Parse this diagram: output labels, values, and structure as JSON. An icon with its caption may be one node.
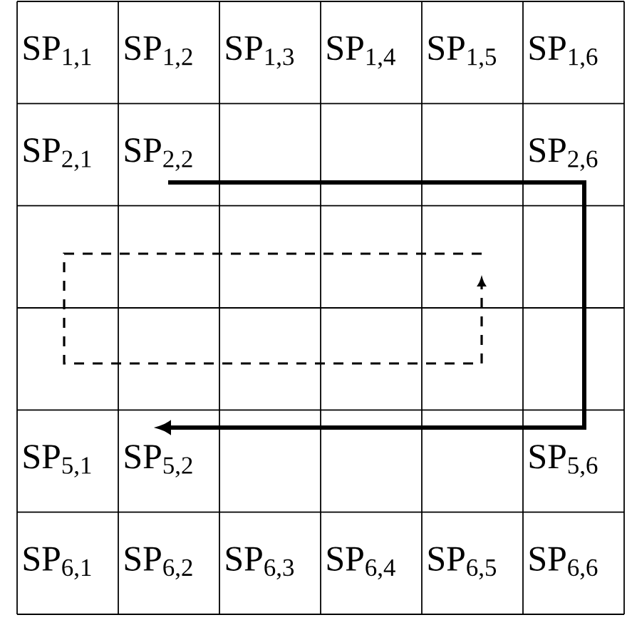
{
  "diagram": {
    "labels": [
      "SP$_{1,1}$",
      "SP$_{1,2}$",
      "SP$_{1,3}$",
      "SP$_{1,4}$",
      "SP$_{1,5}$",
      "SP$_{1,6}$",
      "SP$_{2,1}$",
      "SP$_{2,2}$",
      "SP$_{2,6}$",
      "SP$_{5,1}$",
      "SP$_{5,2}$",
      "SP$_{5,6}$",
      "SP$_{6,1}$",
      "SP$_{6,2}$",
      "SP$_{6,3}$",
      "SP$_{6,4}$",
      "SP$_{6,5}$",
      "SP$_{6,6}$"
    ]
  }
}
